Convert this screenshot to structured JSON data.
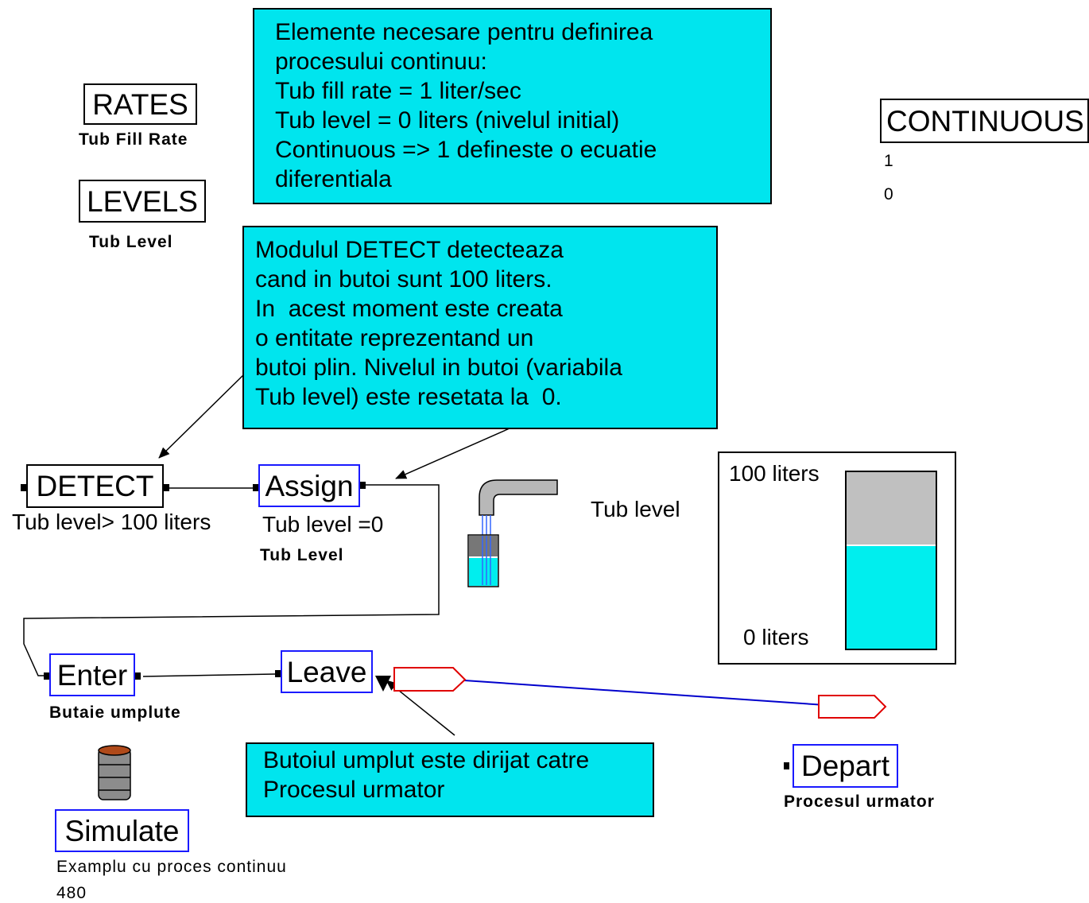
{
  "notes": {
    "elements": "Elemente necesare pentru definirea\nprocesului continuu:\nTub fill rate = 1 liter/sec\nTub level = 0 liters (nivelul initial)\nContinuous => 1 defineste o ecuatie\ndiferentiala",
    "detect": "Modulul DETECT detecteaza\ncand in butoi sunt 100 liters.\nIn  acest moment este creata\no entitate reprezentand un\nbutoi plin. Nivelul in butoi (variabila\nTub level) este resetata la  0.",
    "leave": "Butoiul umplut este dirijat catre\nProcesul urmator"
  },
  "modules": {
    "rates": {
      "label": "RATES",
      "sub": "Tub Fill Rate"
    },
    "levels": {
      "label": "LEVELS",
      "sub": "Tub Level"
    },
    "continuous": {
      "label": "CONTINUOUS",
      "value1": "1",
      "value2": "0"
    },
    "detect": {
      "label": "DETECT",
      "sub": "Tub level> 100 liters"
    },
    "assign": {
      "label": "Assign",
      "sub1": "Tub level =0",
      "sub2": "Tub Level"
    },
    "enter": {
      "label": "Enter",
      "sub": "Butaie umplute"
    },
    "leave": {
      "label": "Leave"
    },
    "depart": {
      "label": "Depart",
      "sub": "Procesul urmator"
    },
    "simulate": {
      "label": "Simulate",
      "sub": "Examplu cu proces continuu",
      "value": "480"
    }
  },
  "animation": {
    "tub_level_label": "Tub level",
    "gauge_max": "100 liters",
    "gauge_min": "0 liters",
    "gauge_fill_fraction": 0.58
  },
  "colors": {
    "note_bg": "#00e5ee",
    "module_border_blue": "#1a1aff",
    "route_line": "#0000cc",
    "station": "#e00000",
    "gauge_fill": "#00eeee",
    "gauge_empty": "#c0c0c0"
  }
}
